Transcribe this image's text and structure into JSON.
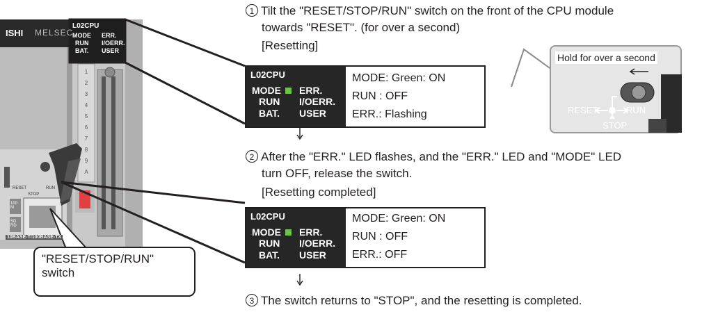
{
  "module": {
    "model": "L02CPU",
    "brand_left": "ISHI",
    "brand_right": "MELSEC",
    "leds": {
      "mode": "MODE",
      "err": "ERR.",
      "run": "RUN",
      "ioerr": "I/OERR.",
      "bat": "BAT.",
      "user": "USER"
    },
    "switch_labels": {
      "reset": "RESET",
      "run": "RUN",
      "stop": "STOP"
    },
    "speed_top": "100 M",
    "speed_bottom": "SD RD",
    "port_label": "10BASE-T/100BASE-TX",
    "slot_numbers": [
      "1",
      "2",
      "3",
      "4",
      "5",
      "6",
      "7",
      "8",
      "9",
      "A"
    ]
  },
  "callout": {
    "line1": "\"RESET/STOP/RUN\"",
    "line2": "switch"
  },
  "step1": {
    "num": "1",
    "line1": "Tilt the \"RESET/STOP/RUN\" switch on the front of the CPU module",
    "line2": "towards \"RESET\". (for over a second)"
  },
  "resetting_label": "[Resetting]",
  "panel1": {
    "title": "L02CPU",
    "mode": "MODE",
    "err": "ERR.",
    "run": "RUN",
    "ioerr": "I/OERR.",
    "bat": "BAT.",
    "user": "USER",
    "status": [
      "MODE: Green: ON",
      "RUN : OFF",
      "ERR.: Flashing"
    ]
  },
  "hold": {
    "caption": "Hold for over a second",
    "reset": "RESET",
    "run": "RUN",
    "stop": "STOP"
  },
  "step2": {
    "num": "2",
    "line1": "After the \"ERR.\" LED flashes, and the \"ERR.\" LED and \"MODE\" LED",
    "line2": "turn OFF, release the switch."
  },
  "completed_label": "[Resetting completed]",
  "panel2": {
    "title": "L02CPU",
    "mode": "MODE",
    "err": "ERR.",
    "run": "RUN",
    "ioerr": "I/OERR.",
    "bat": "BAT.",
    "user": "USER",
    "status": [
      "MODE: Green: ON",
      "RUN : OFF",
      "ERR.: OFF"
    ]
  },
  "step3": {
    "num": "3",
    "line1": "The switch returns to \"STOP\", and the resetting is completed."
  },
  "colors": {
    "led_green": "#6cc24a",
    "panel_dark": "#262626",
    "module_gray": "#c8c8c8"
  }
}
